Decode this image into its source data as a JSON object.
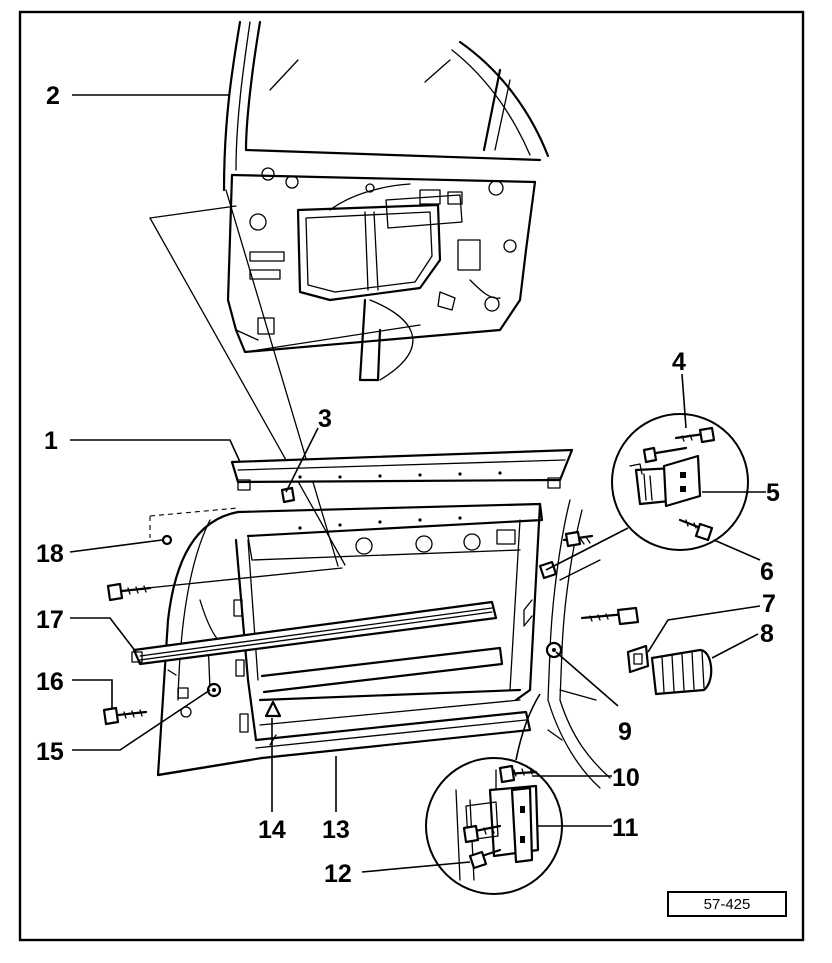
{
  "callouts": [
    {
      "id": "c1",
      "text": "1"
    },
    {
      "id": "c2",
      "text": "2"
    },
    {
      "id": "c3",
      "text": "3"
    },
    {
      "id": "c4",
      "text": "4"
    },
    {
      "id": "c5",
      "text": "5"
    },
    {
      "id": "c6",
      "text": "6"
    },
    {
      "id": "c7",
      "text": "7"
    },
    {
      "id": "c8",
      "text": "8"
    },
    {
      "id": "c9",
      "text": "9"
    },
    {
      "id": "c10",
      "text": "10"
    },
    {
      "id": "c11",
      "text": "11"
    },
    {
      "id": "c12",
      "text": "12"
    },
    {
      "id": "c13",
      "text": "13"
    },
    {
      "id": "c14",
      "text": "14"
    },
    {
      "id": "c15",
      "text": "15"
    },
    {
      "id": "c16",
      "text": "16"
    },
    {
      "id": "c17",
      "text": "17"
    },
    {
      "id": "c18",
      "text": "18"
    }
  ],
  "reference": "57-425"
}
